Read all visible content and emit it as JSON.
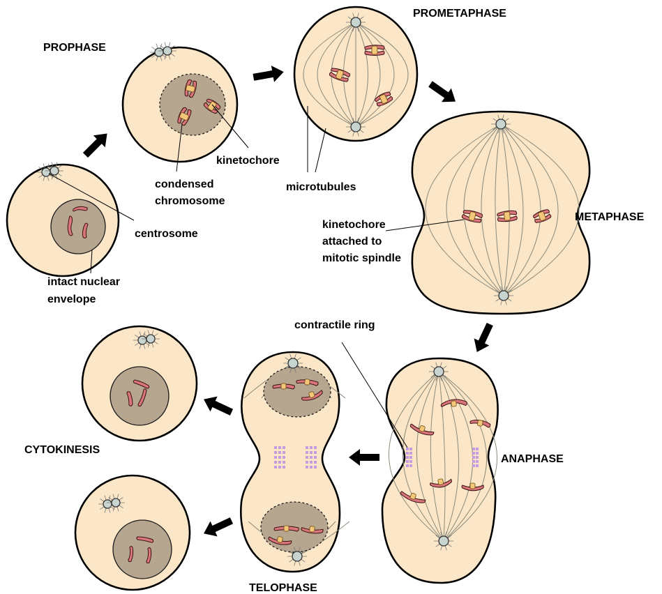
{
  "stages": {
    "prophase": "PROPHASE",
    "prometaphase": "PROMETAPHASE",
    "metaphase": "METAPHASE",
    "anaphase": "ANAPHASE",
    "telophase": "TELOPHASE",
    "cytokinesis": "CYTOKINESIS"
  },
  "callouts": {
    "condensed_chromosome": [
      "condensed",
      "chromosome"
    ],
    "kinetochore": "kinetochore",
    "microtubules": "microtubules",
    "centrosome": "centrosome",
    "intact_nuclear_envelope": [
      "intact nuclear",
      "envelope"
    ],
    "kinetochore_attached": [
      "kinetochore",
      "attached to",
      "mitotic spindle"
    ],
    "contractile_ring": "contractile ring"
  },
  "colors": {
    "cytoplasm": "#fbe6c8",
    "nucleus": "#b6a58f",
    "chromosome": "#d9767b",
    "kinetochore": "#f3c67a",
    "centrosome": "#c7d4d0",
    "microtubule": "#8a8a7a",
    "contractile_ring": "#c79be0",
    "arrow": "#000000"
  },
  "icons": {
    "arrow": "arrow-icon",
    "centrosome": "centrosome-icon"
  }
}
